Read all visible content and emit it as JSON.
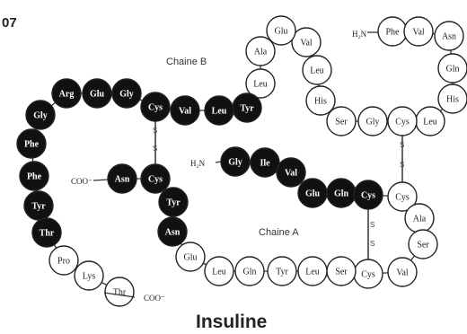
{
  "page_label": "07",
  "title": "Insuline",
  "chain_b": {
    "label": "Chaine B",
    "residues": [
      {
        "name": "Phe",
        "style": "light"
      },
      {
        "name": "Val",
        "style": "light"
      },
      {
        "name": "Asn",
        "style": "light"
      },
      {
        "name": "Gln",
        "style": "light"
      },
      {
        "name": "His",
        "style": "light"
      },
      {
        "name": "Leu",
        "style": "light"
      },
      {
        "name": "Cys",
        "style": "light"
      },
      {
        "name": "Gly",
        "style": "light"
      },
      {
        "name": "Ser",
        "style": "light"
      },
      {
        "name": "His",
        "style": "light"
      },
      {
        "name": "Leu",
        "style": "light"
      },
      {
        "name": "Val",
        "style": "light"
      },
      {
        "name": "Glu",
        "style": "light"
      },
      {
        "name": "Ala",
        "style": "light"
      },
      {
        "name": "Leu",
        "style": "light"
      },
      {
        "name": "Tyr",
        "style": "dark"
      },
      {
        "name": "Leu",
        "style": "dark"
      },
      {
        "name": "Val",
        "style": "dark"
      },
      {
        "name": "Cys",
        "style": "dark"
      },
      {
        "name": "Gly",
        "style": "dark"
      },
      {
        "name": "Glu",
        "style": "dark"
      },
      {
        "name": "Arg",
        "style": "dark"
      },
      {
        "name": "Gly",
        "style": "dark"
      },
      {
        "name": "Phe",
        "style": "dark"
      },
      {
        "name": "Phe",
        "style": "dark"
      },
      {
        "name": "Tyr",
        "style": "dark"
      },
      {
        "name": "Thr",
        "style": "dark"
      },
      {
        "name": "Pro",
        "style": "light"
      },
      {
        "name": "Lys",
        "style": "light"
      },
      {
        "name": "Thr",
        "style": "light"
      }
    ],
    "n_terminus": "H₂N",
    "c_terminus": "COO⁻"
  },
  "chain_a": {
    "label": "Chaine A",
    "residues": [
      {
        "name": "Gly",
        "style": "dark"
      },
      {
        "name": "Ile",
        "style": "dark"
      },
      {
        "name": "Val",
        "style": "dark"
      },
      {
        "name": "Glu",
        "style": "dark"
      },
      {
        "name": "Gln",
        "style": "dark"
      },
      {
        "name": "Cys",
        "style": "dark"
      },
      {
        "name": "Cys",
        "style": "light"
      },
      {
        "name": "Ala",
        "style": "light"
      },
      {
        "name": "Ser",
        "style": "light"
      },
      {
        "name": "Val",
        "style": "light"
      },
      {
        "name": "Cys",
        "style": "light"
      },
      {
        "name": "Ser",
        "style": "light"
      },
      {
        "name": "Leu",
        "style": "light"
      },
      {
        "name": "Tyr",
        "style": "light"
      },
      {
        "name": "Gln",
        "style": "light"
      },
      {
        "name": "Leu",
        "style": "light"
      },
      {
        "name": "Glu",
        "style": "light"
      },
      {
        "name": "Asn",
        "style": "dark"
      },
      {
        "name": "Tyr",
        "style": "dark"
      },
      {
        "name": "Cys",
        "style": "dark"
      },
      {
        "name": "Asn",
        "style": "dark"
      }
    ],
    "n_terminus": "H₂N",
    "c_terminus": "COO⁻"
  },
  "bond_symbol": "S"
}
